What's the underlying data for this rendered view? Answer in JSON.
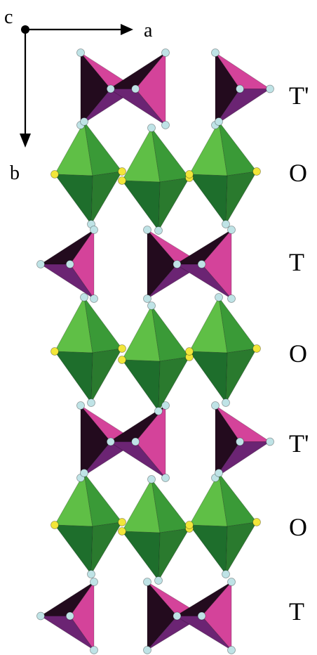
{
  "axes": {
    "c_label": "c",
    "a_label": "a",
    "b_label": "b"
  },
  "layers": [
    {
      "label": "T'"
    },
    {
      "label": "O"
    },
    {
      "label": "T"
    },
    {
      "label": "O"
    },
    {
      "label": "T'"
    },
    {
      "label": "O"
    },
    {
      "label": "T"
    }
  ],
  "colors": {
    "tetra_pink": "#d4439a",
    "tetra_dark": "#230b1e",
    "tetra_purple": "#6b2473",
    "octa_light": "#5fbf46",
    "octa_mid": "#3a9a37",
    "octa_dark": "#1e6e2c",
    "octa_edge": "#2a7a2e",
    "node_yellow": "#f2e63a",
    "node_cyan": "#bfe3e6"
  }
}
